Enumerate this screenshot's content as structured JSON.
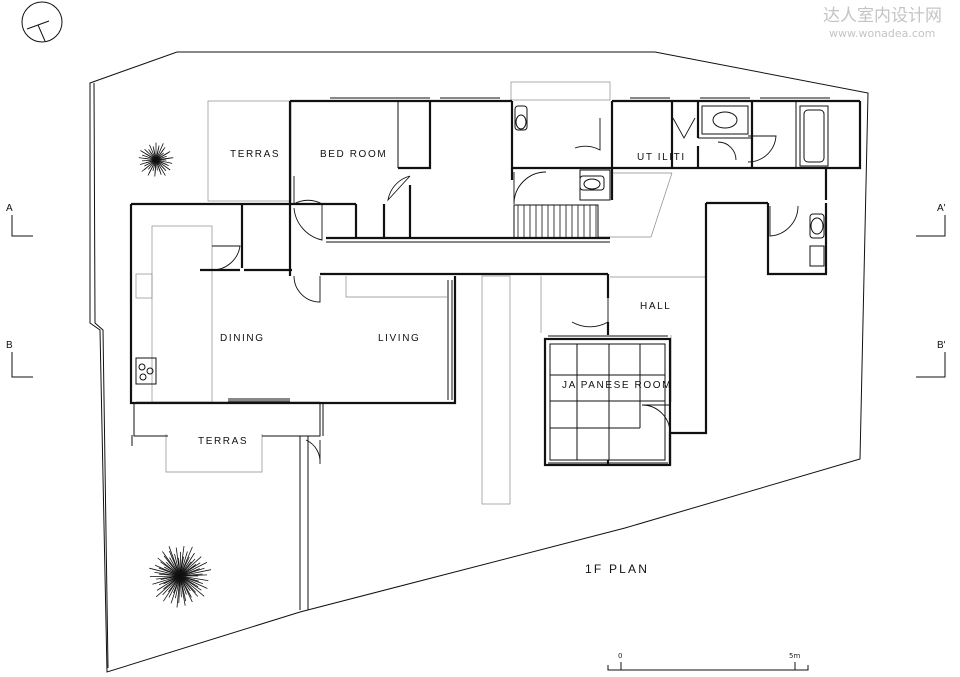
{
  "watermark": {
    "line1": "达人室内设计网",
    "line2": "www.wonadea.com"
  },
  "rooms": {
    "terras_top": "TERRAS",
    "bed_room": "BED ROOM",
    "utiliti": "UT ILITI",
    "hall": "HALL",
    "dining": "DINING",
    "living": "LIVING",
    "japanese_room": "JA PANESE ROOM",
    "terras_bottom": "TERRAS"
  },
  "plan_title": "1F PLAN",
  "section_marks": {
    "a_left": "A",
    "a_right": "A'",
    "b_left": "B",
    "b_right": "B'"
  },
  "scale": {
    "start": "0",
    "end": "5m"
  }
}
